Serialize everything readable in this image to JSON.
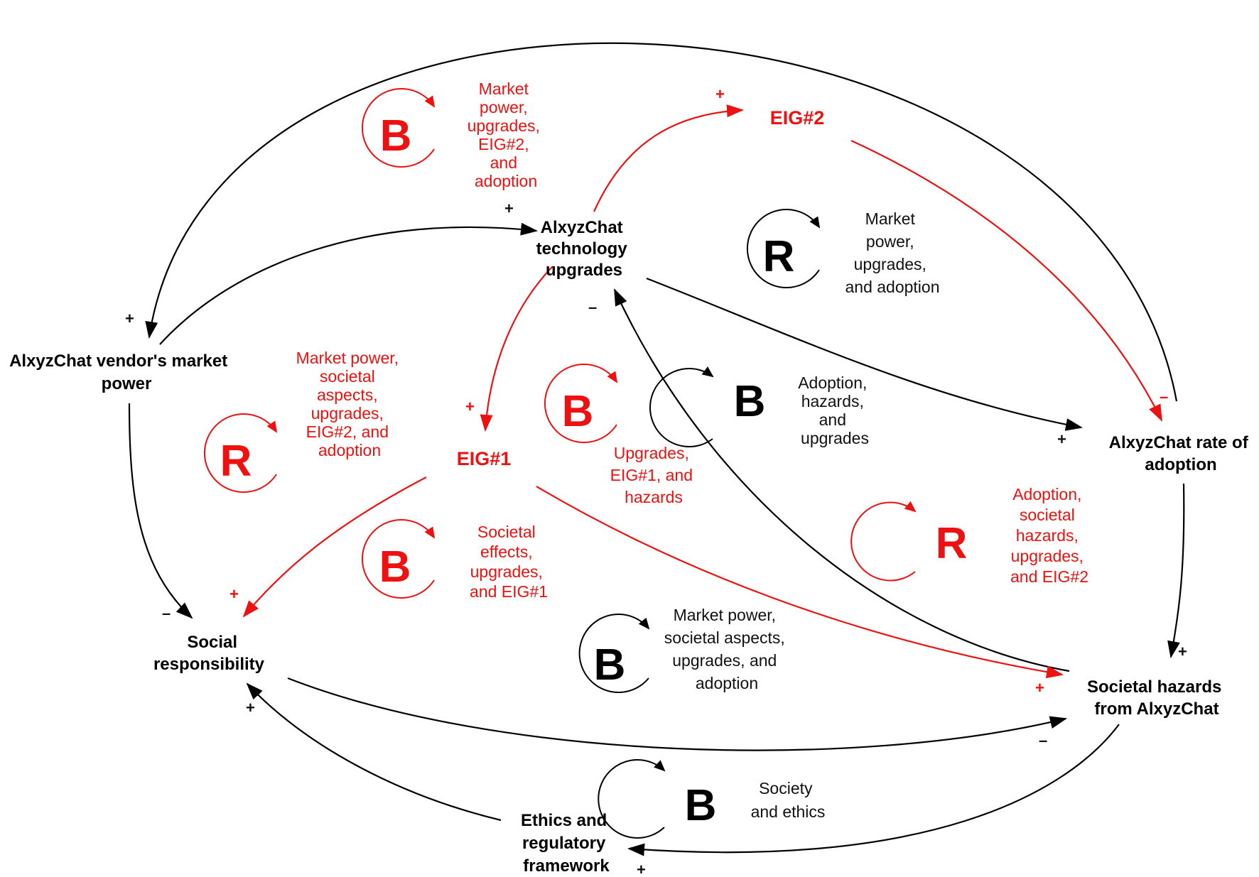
{
  "colors": {
    "red": "#ee1111",
    "black": "#000000",
    "background": "#ffffff"
  },
  "nodes": {
    "vendor_market_power": [
      "AlxyzChat vendor's market",
      "power"
    ],
    "technology_upgrades": [
      "AlxyzChat",
      "technology",
      "upgrades"
    ],
    "eig2": [
      "EIG#2"
    ],
    "eig1": [
      "EIG#1"
    ],
    "rate_of_adoption": [
      "AlxyzChat rate of",
      "adoption"
    ],
    "social_responsibility": [
      "Social",
      "responsibility"
    ],
    "societal_hazards": [
      "Societal hazards",
      "from AlxyzChat"
    ],
    "ethics_framework": [
      "Ethics and",
      "regulatory",
      "framework"
    ]
  },
  "loops": [
    {
      "type": "B",
      "color": "red",
      "label": [
        "Market",
        "power,",
        "upgrades,",
        "EIG#2,",
        "and",
        "adoption"
      ]
    },
    {
      "type": "R",
      "color": "black",
      "label": [
        "Market",
        "power,",
        "upgrades,",
        "and adoption"
      ]
    },
    {
      "type": "R",
      "color": "red",
      "label": [
        "Market power,",
        "societal",
        "aspects,",
        "upgrades,",
        "EIG#2, and",
        "adoption"
      ]
    },
    {
      "type": "B",
      "color": "red",
      "label": [
        "Upgrades,",
        "EIG#1, and",
        "hazards"
      ]
    },
    {
      "type": "B",
      "color": "black",
      "label": [
        "Adoption,",
        "hazards,",
        "and",
        "upgrades"
      ]
    },
    {
      "type": "B",
      "color": "red",
      "label": [
        "Societal",
        "effects,",
        "upgrades,",
        "and EIG#1"
      ]
    },
    {
      "type": "R",
      "color": "red",
      "label": [
        "Adoption,",
        "societal",
        "hazards,",
        "upgrades,",
        "and EIG#2"
      ]
    },
    {
      "type": "B",
      "color": "black",
      "label": [
        "Market power,",
        "societal aspects,",
        "upgrades, and",
        "adoption"
      ]
    },
    {
      "type": "B",
      "color": "black",
      "label": [
        "Society",
        "and ethics"
      ]
    }
  ],
  "polarity_signs": {
    "plus": "+",
    "minus": "–"
  },
  "links": [
    {
      "from": "rate_of_adoption",
      "to": "vendor_market_power",
      "color": "black",
      "polarity": "+"
    },
    {
      "from": "vendor_market_power",
      "to": "technology_upgrades",
      "color": "black",
      "polarity": "+"
    },
    {
      "from": "technology_upgrades",
      "to": "eig2",
      "color": "red",
      "polarity": "+"
    },
    {
      "from": "eig2",
      "to": "rate_of_adoption",
      "color": "red",
      "polarity": "–"
    },
    {
      "from": "technology_upgrades",
      "to": "eig1",
      "color": "red",
      "polarity": "+"
    },
    {
      "from": "technology_upgrades",
      "to": "rate_of_adoption",
      "color": "black",
      "polarity": "+"
    },
    {
      "from": "societal_hazards",
      "to": "technology_upgrades",
      "color": "black",
      "polarity": "–"
    },
    {
      "from": "eig1",
      "to": "social_responsibility",
      "color": "red",
      "polarity": "+"
    },
    {
      "from": "eig1",
      "to": "societal_hazards",
      "color": "red",
      "polarity": "+"
    },
    {
      "from": "vendor_market_power",
      "to": "social_responsibility",
      "color": "black",
      "polarity": "–"
    },
    {
      "from": "rate_of_adoption",
      "to": "societal_hazards",
      "color": "black",
      "polarity": "+"
    },
    {
      "from": "social_responsibility",
      "to": "societal_hazards",
      "color": "black",
      "polarity": "–"
    },
    {
      "from": "societal_hazards",
      "to": "ethics_framework",
      "color": "black",
      "polarity": "+"
    },
    {
      "from": "ethics_framework",
      "to": "social_responsibility",
      "color": "black",
      "polarity": "+"
    }
  ]
}
